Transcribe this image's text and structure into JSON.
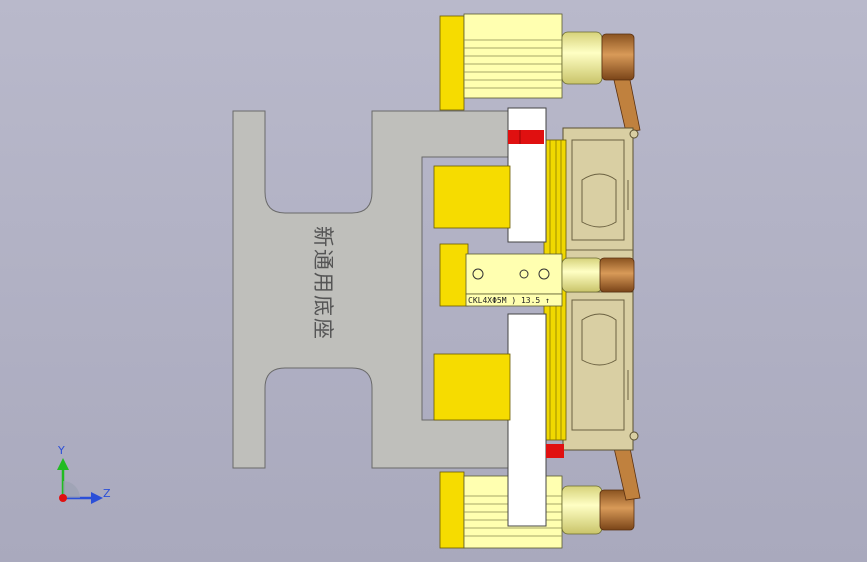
{
  "engraving": "新通用底座",
  "part_label": "CKL4XΦ5M )  13.5  ↑",
  "axes": {
    "y_label": "Y",
    "z_label": "Z"
  },
  "colors": {
    "background": "#b4b4c6",
    "base": "#bfbfbb",
    "base_outline": "#6a6a6a",
    "yellow": "#f6dc00",
    "pale_yellow": "#ffffb0",
    "tan": "#d9cfa3",
    "copper": "#c0813e",
    "red": "#e01010",
    "white": "#ffffff"
  }
}
